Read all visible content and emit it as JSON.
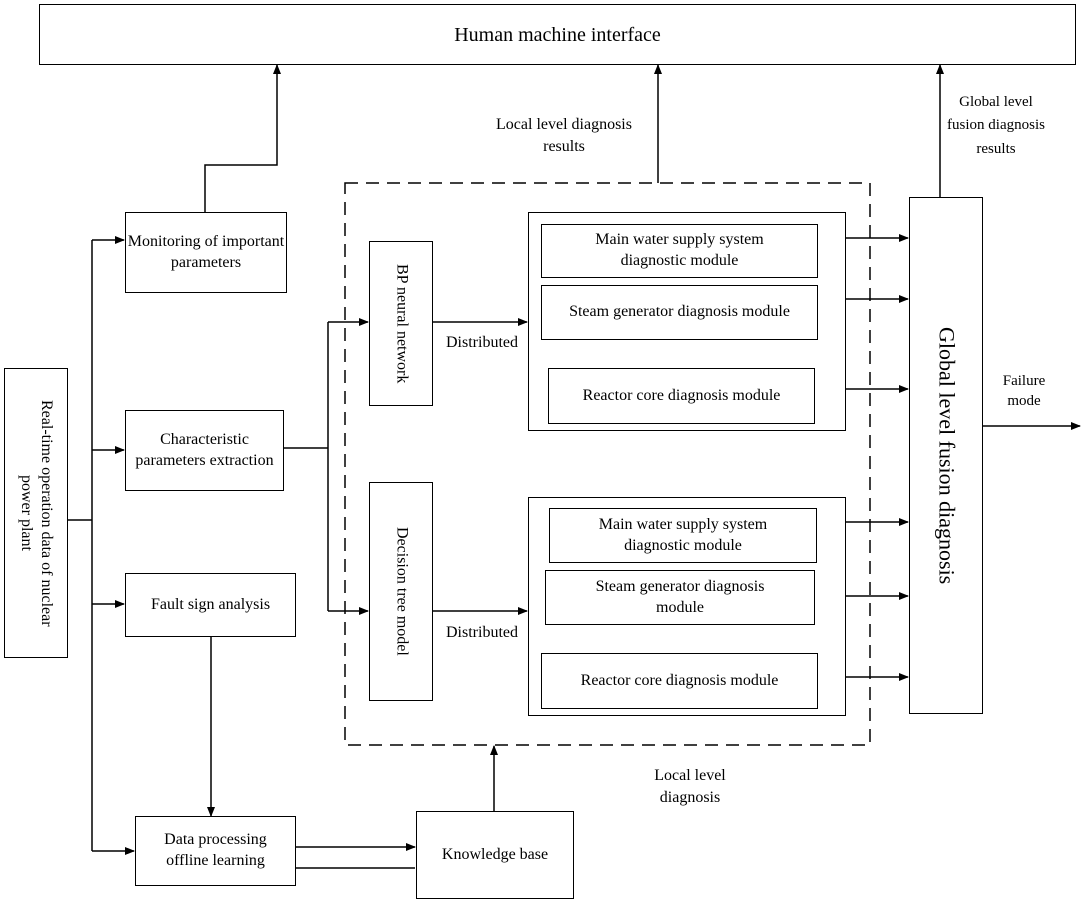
{
  "hmi": "Human machine interface",
  "monitoring": "Monitoring of important parameters",
  "characteristic": "Characteristic parameters extraction",
  "fault_sign": "Fault sign analysis",
  "data_processing": "Data processing offline learning",
  "knowledge_base": "Knowledge base",
  "realtime": "Real-time operation data of nuclear power plant",
  "bp": "BP neural network",
  "decision_tree": "Decision tree model",
  "global_fusion": "Global level fusion diagnosis",
  "upper_group": {
    "main_water": "Main water supply system diagnostic module",
    "steam_gen": "Steam generator diagnosis module",
    "reactor_core": "Reactor core diagnosis module"
  },
  "lower_group": {
    "main_water": "Main water supply system diagnostic module",
    "steam_gen": "Steam generator diagnosis module",
    "reactor_core": "Reactor core diagnosis module"
  },
  "labels": {
    "local_results": "Local level diagnosis results",
    "global_results": "Global level fusion diagnosis results",
    "distributed_1": "Distributed",
    "distributed_2": "Distributed",
    "failure_mode": "Failure mode",
    "local_diagnosis": "Local level diagnosis"
  }
}
